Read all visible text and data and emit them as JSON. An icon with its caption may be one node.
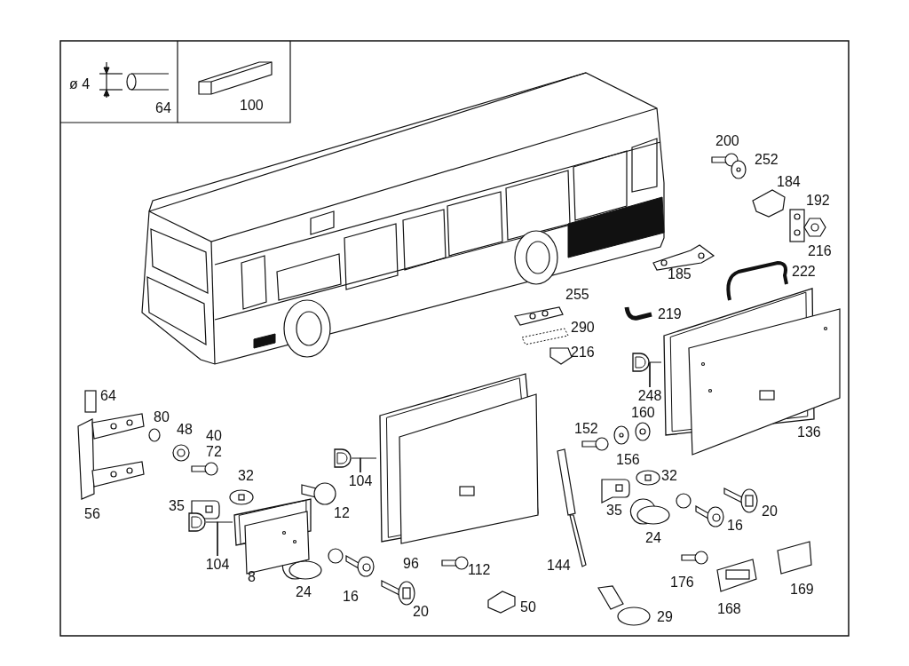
{
  "diagram": {
    "nodes": [
      {
        "text": [
          "248"
        ]
      },
      {
        "text": [],
        "shape": "picture"
      },
      {
        "text": [],
        "shape": "picture"
      },
      {
        "text": [
          "104"
        ]
      },
      {
        "text": [],
        "shape": "picture"
      },
      {
        "text": [],
        "shape": "picture"
      },
      {
        "text": [
          "104"
        ]
      },
      {
        "text": [],
        "shape": "picture"
      },
      {
        "text": [],
        "shape": "picture"
      }
    ],
    "edges": [
      {
        "from": 0,
        "to": 1,
        "arrow": "none"
      },
      {
        "from": 0,
        "to": 2,
        "arrow": "none"
      },
      {
        "from": 3,
        "to": 4,
        "arrow": "none"
      },
      {
        "from": 3,
        "to": 5,
        "arrow": "none"
      },
      {
        "from": 6,
        "to": 7,
        "arrow": "none"
      },
      {
        "from": 6,
        "to": 8,
        "arrow": "none"
      }
    ],
    "labels": [
      "ø 4",
      "64",
      "100",
      "200",
      "252",
      "184",
      "192",
      "216",
      "185",
      "222",
      "255",
      "219",
      "290",
      "216",
      "64",
      "80",
      "48",
      "40",
      "72",
      "152",
      "160",
      "156",
      "136",
      "32",
      "12",
      "35",
      "56",
      "8",
      "96",
      "112",
      "144",
      "35",
      "32",
      "24",
      "16",
      "20",
      "176",
      "168",
      "169",
      "24",
      "16",
      "20",
      "50",
      "29"
    ]
  }
}
